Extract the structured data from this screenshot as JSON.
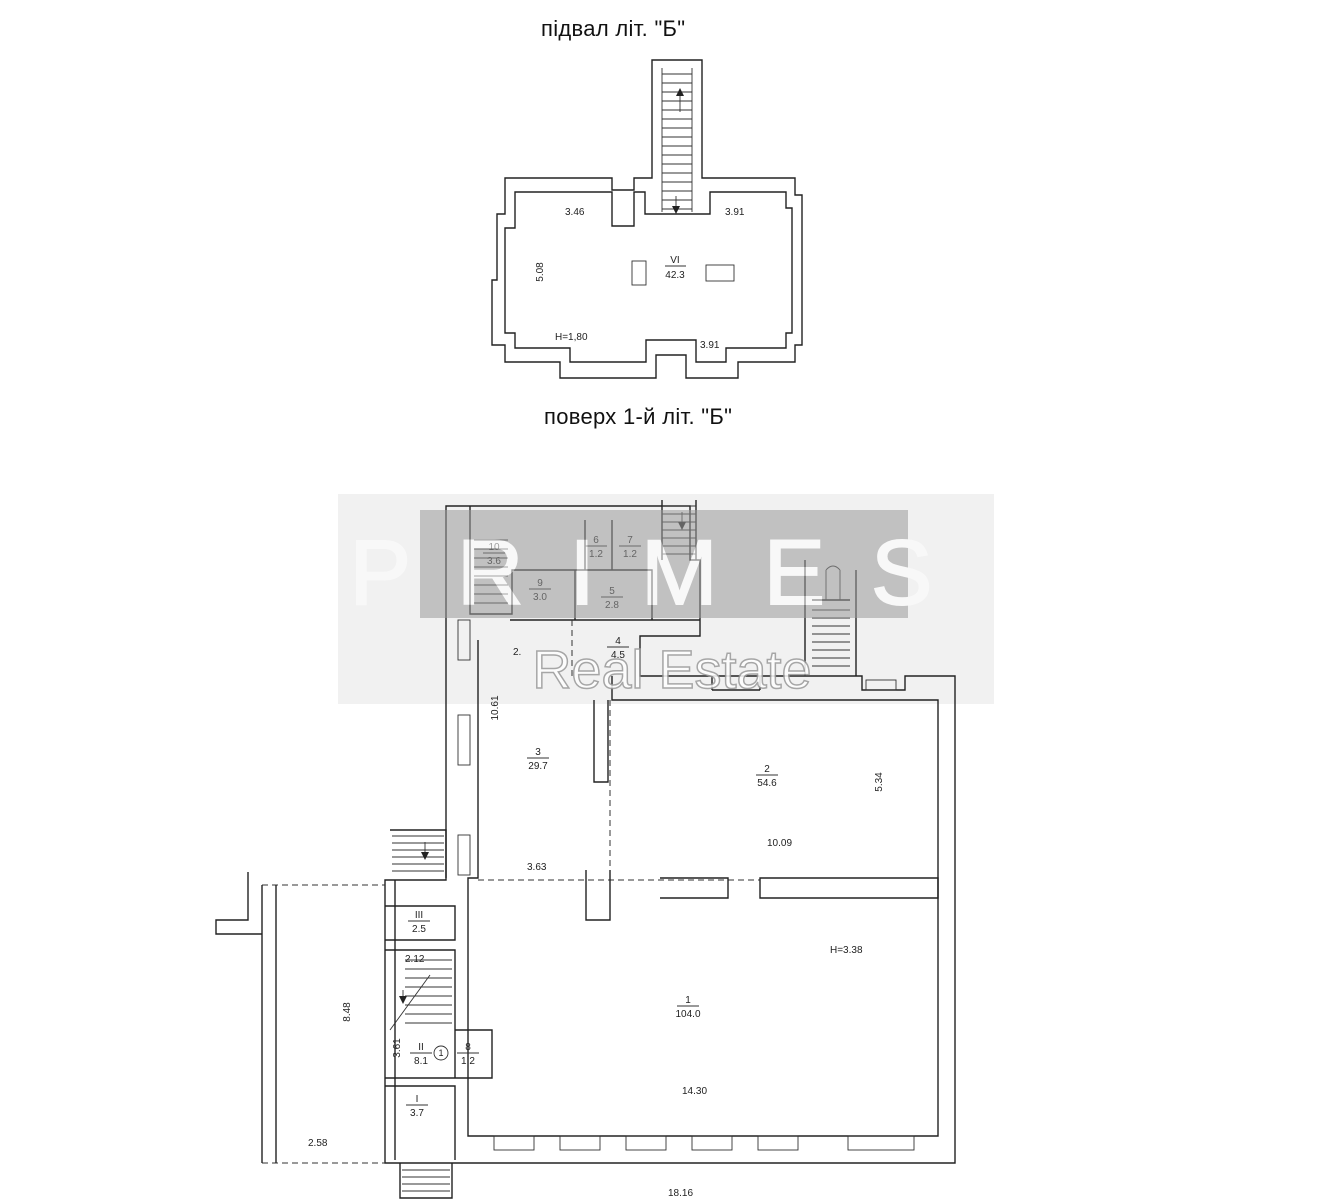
{
  "titles": {
    "basement": "підвал літ. \"Б\"",
    "first_floor": "поверх 1-й літ. \"Б\""
  },
  "basement": {
    "room_number": "VI",
    "room_area": "42.3",
    "height": "H=1,80",
    "dims": {
      "top_left": "3.46",
      "top_right": "3.91",
      "left": "5.08",
      "bottom_right": "3.91"
    }
  },
  "first_floor": {
    "height": "H=3.38",
    "rooms": [
      {
        "num": "1",
        "area": "104.0"
      },
      {
        "num": "2",
        "area": "54.6"
      },
      {
        "num": "3",
        "area": "29.7"
      },
      {
        "num": "4",
        "area": "4.5"
      },
      {
        "num": "5",
        "area": "2.8"
      },
      {
        "num": "6",
        "area": "1.2"
      },
      {
        "num": "7",
        "area": "1.2"
      },
      {
        "num": "8",
        "area": "1.2"
      },
      {
        "num": "9",
        "area": "3.0"
      },
      {
        "num": "10",
        "area": "3.6"
      },
      {
        "num": "I",
        "area": "3.7"
      },
      {
        "num": "II",
        "area": "8.1"
      },
      {
        "num": "III",
        "area": "2.5"
      }
    ],
    "room_2_partial": "2.",
    "circle_mark": "1",
    "dims": {
      "d_10_61": "10.61",
      "d_3_63": "3.63",
      "d_10_09": "10.09",
      "d_5_34": "5.34",
      "d_14_30": "14.30",
      "d_18_16": "18.16",
      "d_8_48": "8.48",
      "d_2_58": "2.58",
      "d_2_12": "2.12",
      "d_3_61": "3.61"
    }
  },
  "watermark": {
    "brand": "PRIMES",
    "sub": "Real Estate"
  }
}
